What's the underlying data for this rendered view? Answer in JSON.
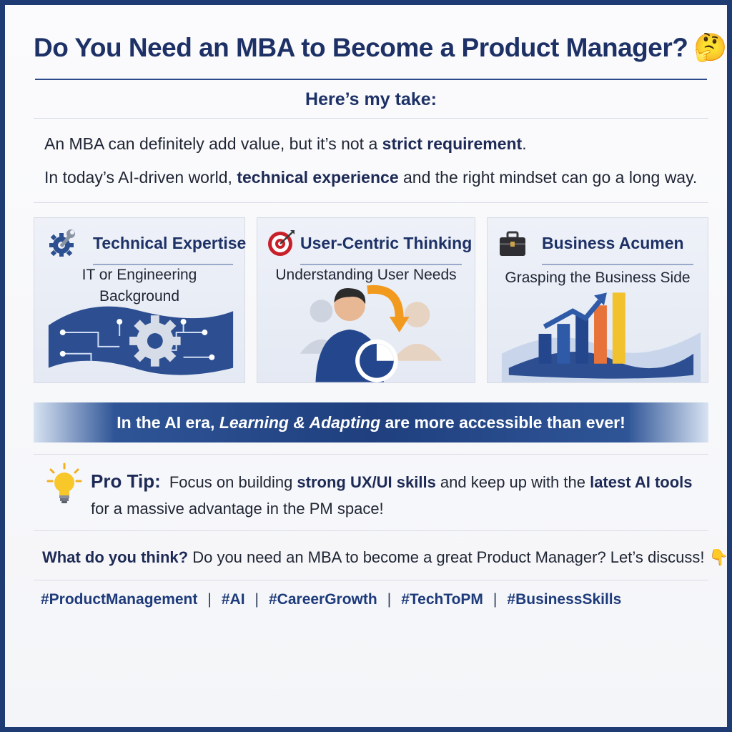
{
  "header": {
    "title": "Do You Need an MBA to Become a Product Manager?",
    "title_emoji": "🤔",
    "subtitle": "Here’s my take:"
  },
  "intro": {
    "line1_a": "An MBA can definitely add value, but it’s not a ",
    "line1_b": "strict requirement",
    "line1_c": ".",
    "line2_a": "In today’s AI-driven world, ",
    "line2_b": "technical experience",
    "line2_c": " and the right mindset can go a long way."
  },
  "cards": [
    {
      "title": "Technical Expertise",
      "sub1": "IT or Engineering",
      "sub2": "Background",
      "icon": "gear-wrench-icon"
    },
    {
      "title": "User-Centric Thinking",
      "sub1": "Understanding User Needs",
      "icon": "target-icon"
    },
    {
      "title": "Business Acumen",
      "sub1": "Grasping the Business Side",
      "icon": "briefcase-icon"
    }
  ],
  "banner": {
    "text_a": "In the AI era, ",
    "text_b": "Learning & Adapting",
    "text_c": " are more accessible than ever!"
  },
  "tip": {
    "label": "Pro Tip:",
    "line1_a": " Focus on building ",
    "line1_b": "strong UX/UI skills",
    "line1_c": " and keep up with the ",
    "line1_d": "latest AI tools",
    "line2": "for a massive advantage in the PM space!",
    "icon": "lightbulb-icon"
  },
  "question": {
    "bold": "What do you think?",
    "rest": " Do you need an MBA to become a great Product Manager? Let’s discuss!",
    "emoji": "👇"
  },
  "hashtags": [
    "#ProductManagement",
    "#AI",
    "#CareerGrowth",
    "#TechToPM",
    "#BusinessSkills"
  ],
  "colors": {
    "accent": "#1d3166",
    "frame": "#1f3b73",
    "banner": "#1f3f7e",
    "hashtag": "#1d3a7a"
  }
}
